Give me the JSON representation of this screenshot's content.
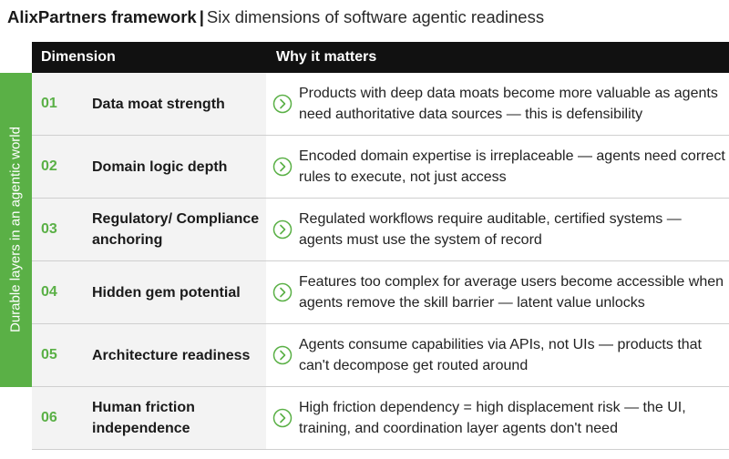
{
  "title": {
    "brand": "AlixPartners framework",
    "separator": "|",
    "subtitle": "Six dimensions of software agentic readiness"
  },
  "side_label": "Durable layers in an agentic world",
  "header": {
    "dimension": "Dimension",
    "why": "Why it matters"
  },
  "colors": {
    "accent_green": "#5ab046",
    "header_bg": "#111111",
    "left_cell_bg": "#f3f3f3"
  },
  "icon": "chevron-circle-right-icon",
  "rows": [
    {
      "num": "01",
      "dimension": "Data moat strength",
      "why": "Products with deep data moats become more valuable as agents need authoritative data sources — this is defensibility"
    },
    {
      "num": "02",
      "dimension": "Domain logic depth",
      "why": "Encoded domain expertise is irreplaceable — agents need correct rules to execute, not just access"
    },
    {
      "num": "03",
      "dimension": "Regulatory/ Compliance anchoring",
      "why": "Regulated workflows require auditable, certified systems — agents must use the system of record"
    },
    {
      "num": "04",
      "dimension": "Hidden gem potential",
      "why": "Features too complex for average users become accessible when agents remove the skill barrier — latent value unlocks"
    },
    {
      "num": "05",
      "dimension": "Architecture readiness",
      "why": "Agents consume capabilities via APIs, not UIs — products that can't decompose get routed around"
    },
    {
      "num": "06",
      "dimension": "Human friction independence",
      "why": "High friction dependency = high displacement risk — the UI, training, and coordination layer agents don't need"
    }
  ]
}
